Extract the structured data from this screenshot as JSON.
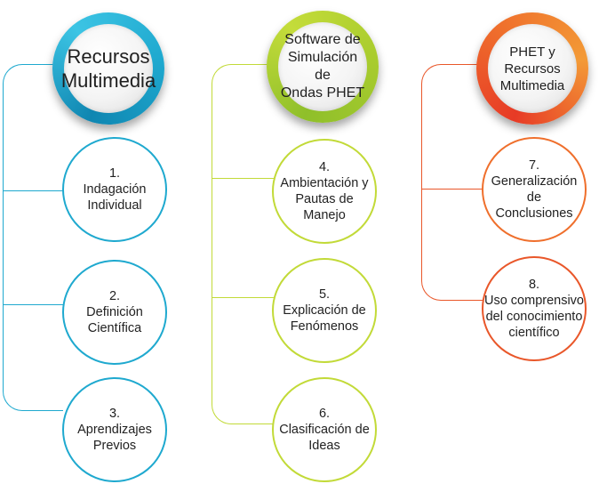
{
  "columns": [
    {
      "title": "Recursos\nMultimedia",
      "color": "#1fa9cf",
      "gradient": [
        "#1fa9cf",
        "#3cc4e4",
        "#0f86b1"
      ],
      "steps": [
        {
          "number": "1.",
          "label": "Indagación\nIndividual"
        },
        {
          "number": "2.",
          "label": "Definición\nCientífica"
        },
        {
          "number": "3.",
          "label": "Aprendizajes\nPrevios"
        }
      ]
    },
    {
      "title": "Software de\nSimulación de\nOndas PHET",
      "color": "#c2da38",
      "gradient": [
        "#c4dc3a",
        "#a9cc2e",
        "#8fbf2a"
      ],
      "steps": [
        {
          "number": "4.",
          "label": "Ambientación y\nPautas de Manejo"
        },
        {
          "number": "5.",
          "label": "Explicación de\nFenómenos"
        },
        {
          "number": "6.",
          "label": "Clasificación de\nIdeas"
        }
      ]
    },
    {
      "title": "PHET y Recursos\nMultimedia",
      "color": "#e9572a",
      "gradient": [
        "#e73a26",
        "#ef6f2c",
        "#f39a36"
      ],
      "steps": [
        {
          "number": "7.",
          "label": "Generalización de\nConclusiones"
        },
        {
          "number": "8.",
          "label": "Uso comprensivo\ndel conocimiento\ncientífico"
        }
      ]
    }
  ]
}
